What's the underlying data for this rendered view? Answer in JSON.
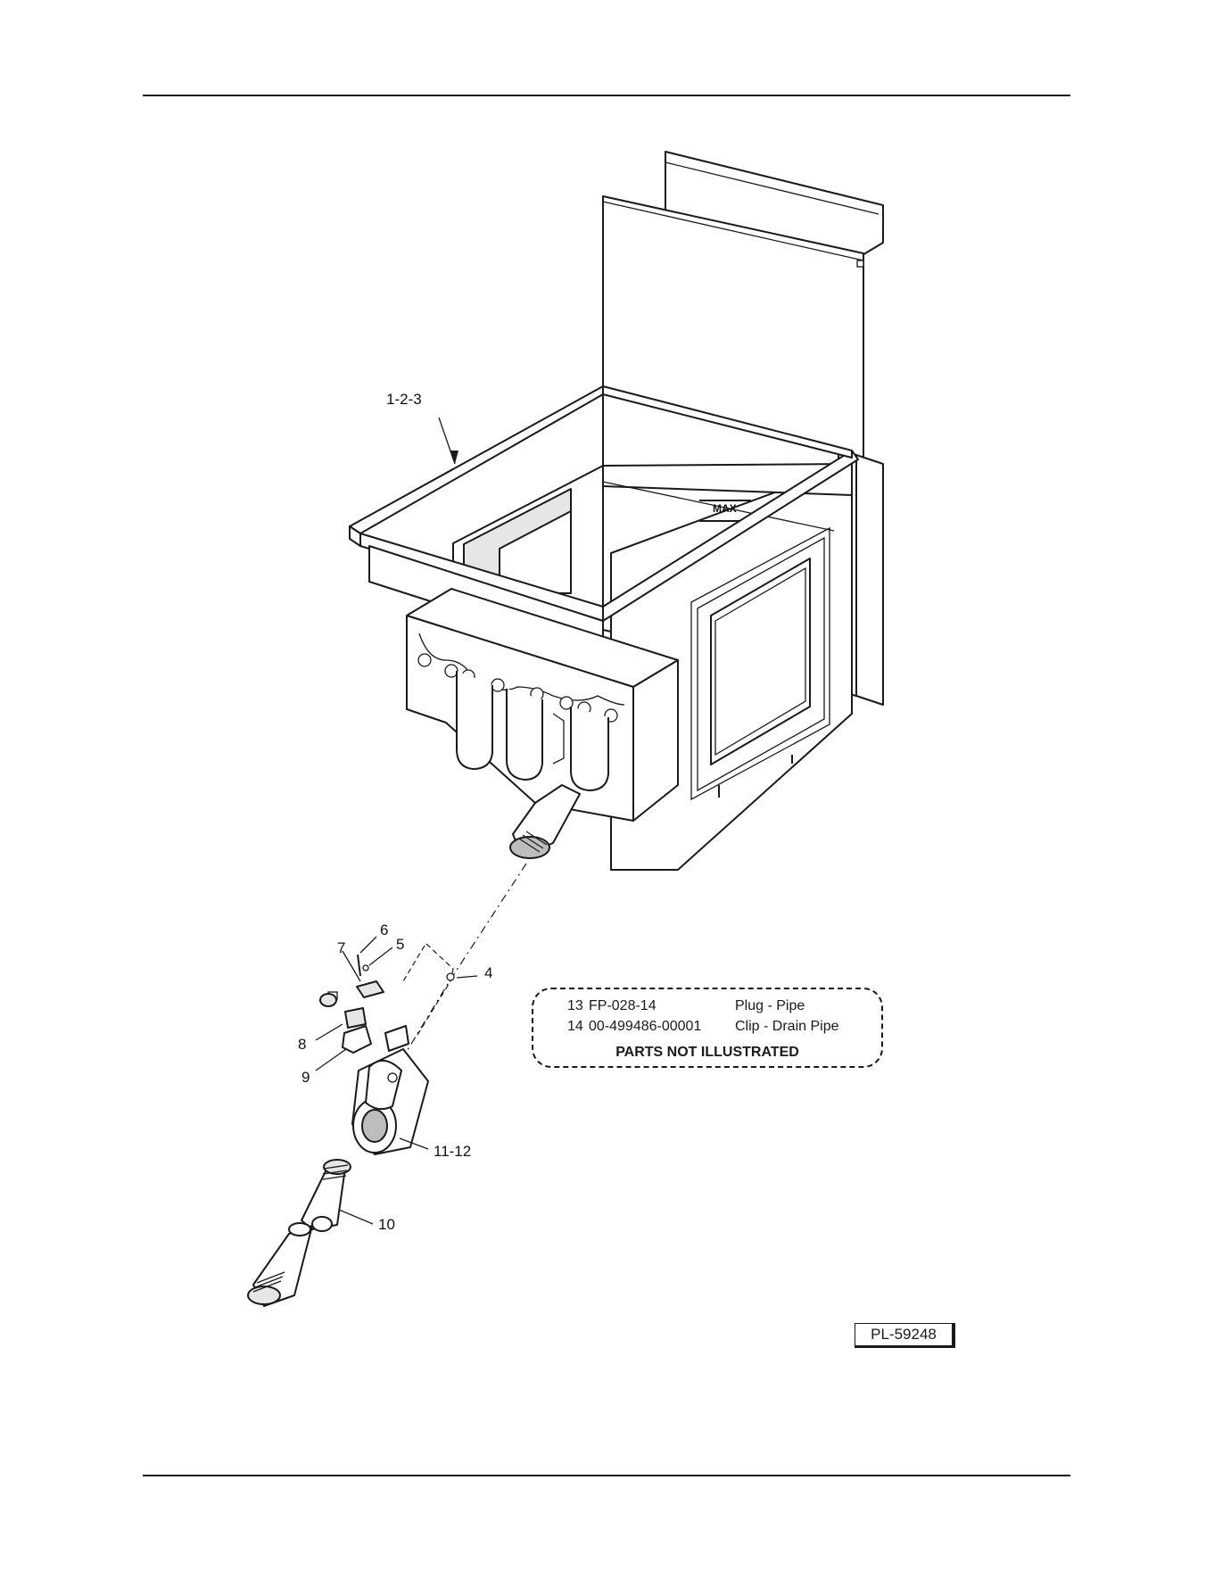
{
  "callouts": {
    "c123": "1-2-3",
    "c4": "4",
    "c5": "5",
    "c6": "6",
    "c7": "7",
    "c8": "8",
    "c9": "9",
    "c10": "10",
    "c1112": "11-12"
  },
  "tank_marks": {
    "max_label": "MAX"
  },
  "parts_not_illustrated": {
    "rows": [
      {
        "item": "13",
        "part_number": "FP-028-14",
        "description": "Plug - Pipe"
      },
      {
        "item": "14",
        "part_number": "00-499486-00001",
        "description": "Clip - Drain Pipe"
      }
    ],
    "title": "PARTS NOT ILLUSTRATED"
  },
  "drawing_number": "PL-59248"
}
